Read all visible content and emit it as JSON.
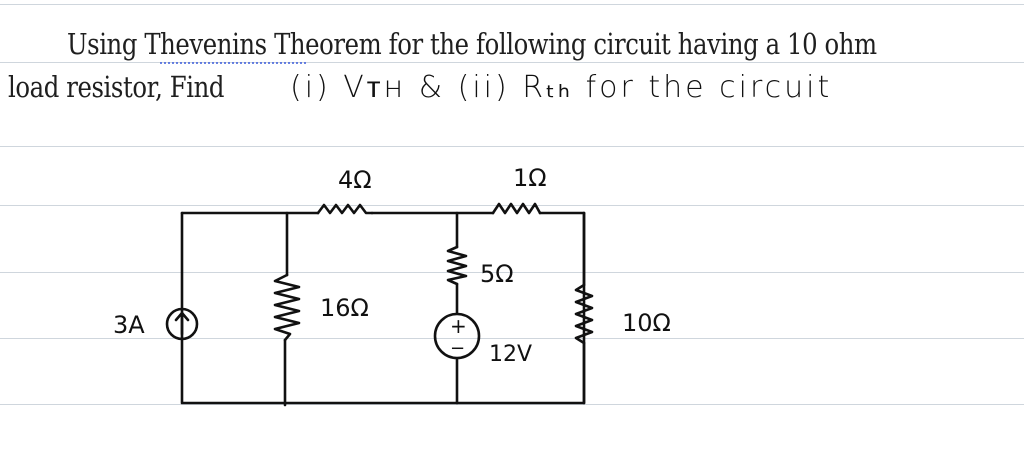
{
  "question": {
    "line1": "Using Thevenins Theorem for the following circuit having a 10 ohm",
    "line2": "load resistor, Find",
    "handwritten_tail": "(i) Vᴛʜ  &  (ii) Rₜₕ  for  the  circuit"
  },
  "circuit": {
    "source_current_label": "3A",
    "r_shunt_label": "16Ω",
    "r_series1_label": "4Ω",
    "r_series2_label": "1Ω",
    "r_branch_label": "5Ω",
    "voltage_source_label": "12V",
    "load_label": "10Ω",
    "plus_sign": "+",
    "minus_sign": "−",
    "arrow_symbol": "↑"
  },
  "colors": {
    "ink": "#111111",
    "rule": "#cfd6dd",
    "typed_text": "#1f1f1f",
    "underline": "#3b5bdb"
  }
}
